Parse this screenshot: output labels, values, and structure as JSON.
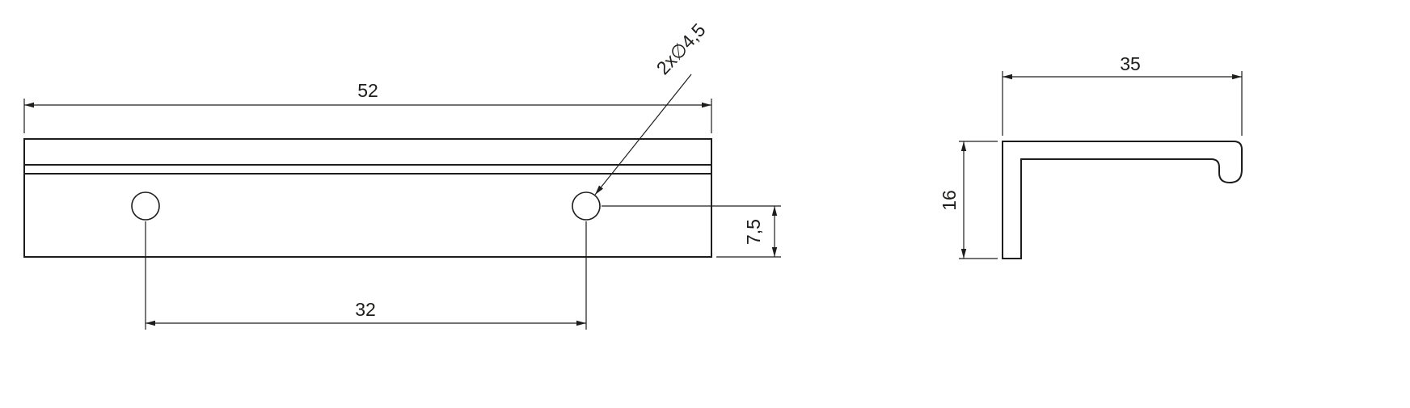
{
  "drawing": {
    "kind": "technical-dimension-drawing",
    "subject": "edge-pull-handle",
    "front": {
      "width": "52",
      "hole_spacing": "32",
      "hole_edge_offset": "7,5",
      "hole_callout": "2x∅4,5"
    },
    "side": {
      "width": "35",
      "height": "16"
    },
    "colors": {
      "line": "#1d1d1b",
      "background": "#ffffff"
    }
  }
}
